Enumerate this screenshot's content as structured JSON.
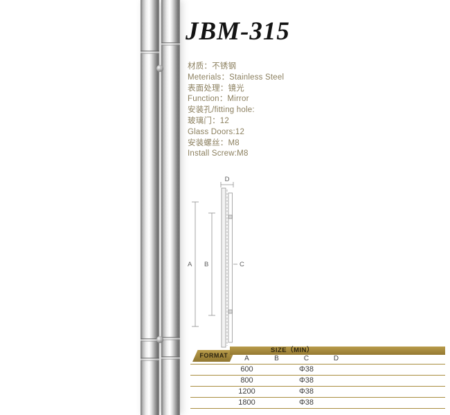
{
  "title": "JBM-315",
  "specs": {
    "lines": [
      "材质：不锈钢",
      "Meterials：Stainless Steel",
      "表面处理：镜光",
      "Function：Mirror",
      "安装孔/fitting hole:",
      "玻璃门：12",
      "Glass Doors:12",
      "安装螺丝：M8",
      "Install Screw:M8"
    ]
  },
  "diagram": {
    "label_a": "A",
    "label_b": "B",
    "label_c": "C",
    "label_d": "D"
  },
  "table": {
    "format_label": "FORMAT",
    "size_label": "SIZE（MIN）",
    "columns": [
      "A",
      "B",
      "C",
      "D"
    ],
    "rows": [
      {
        "A": "600",
        "C": "Φ38"
      },
      {
        "A": "800",
        "C": "Φ38"
      },
      {
        "A": "1200",
        "C": "Φ38"
      },
      {
        "A": "1800",
        "C": "Φ38"
      }
    ]
  },
  "colors": {
    "gold": "#a88c3e",
    "spec_text": "#8b7f5e",
    "line_gray": "#8f8f8f"
  }
}
